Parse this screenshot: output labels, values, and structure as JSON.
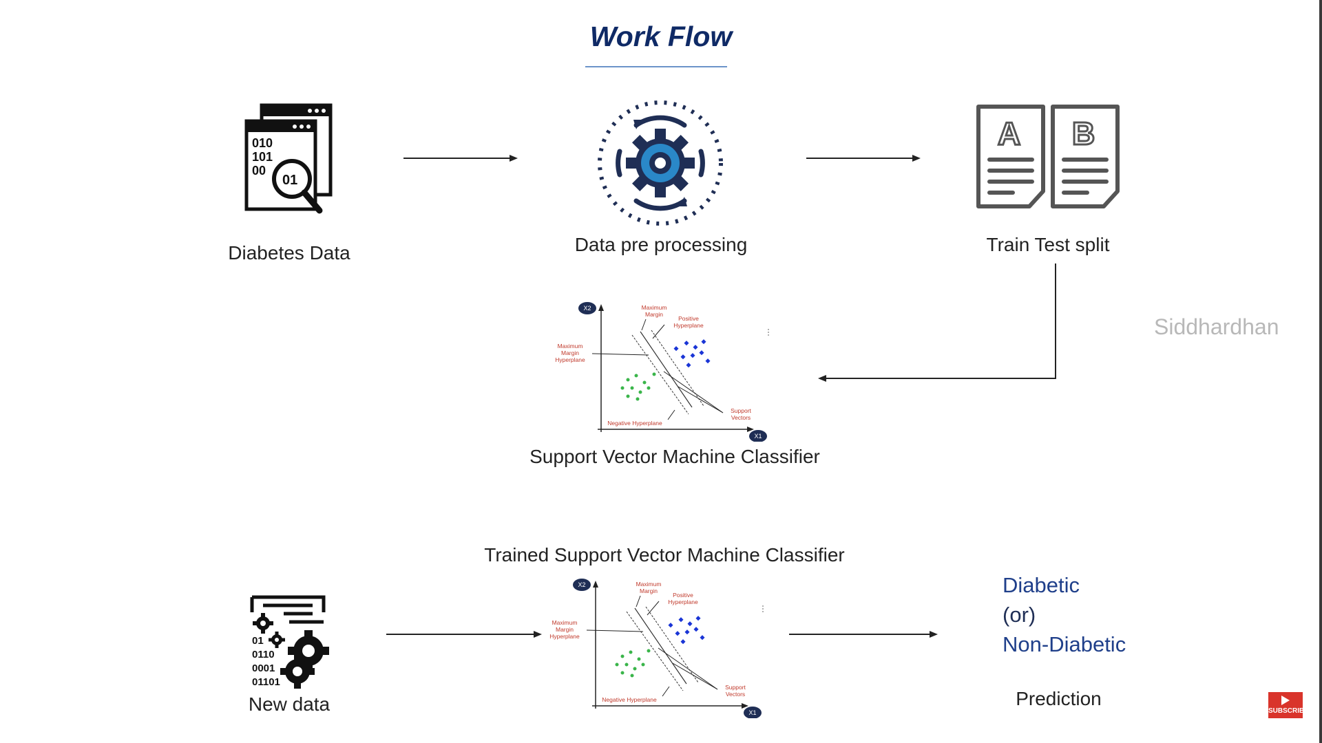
{
  "title": "Work Flow",
  "steps": {
    "diabetes_data": "Diabetes Data",
    "preprocessing": "Data pre processing",
    "split": "Train Test split",
    "svm": "Support Vector Machine Classifier",
    "trained_svm": "Trained Support Vector Machine Classifier",
    "new_data": "New data",
    "prediction": "Prediction"
  },
  "outcome": {
    "line1": "Diabetic",
    "line2": "(or)",
    "line3": "Non-Diabetic"
  },
  "watermark": "Siddhardhan",
  "icons": {
    "diabetes_data": {
      "binary_rows": [
        "010",
        "101",
        "00"
      ],
      "lens_text": "01"
    },
    "split": {
      "doc_a": "A",
      "doc_b": "B"
    },
    "new_data": {
      "binary_rows": [
        "01",
        "0110",
        "0001",
        "01101"
      ]
    }
  },
  "svm_plot": {
    "x_axis": "X1",
    "y_axis": "X2",
    "max_margin": [
      "Maximum",
      "Margin"
    ],
    "positive_hyperplane": [
      "Positive",
      "Hyperplane"
    ],
    "max_margin_hyperplane": [
      "Maximum",
      "Margin",
      "Hyperplane"
    ],
    "support_vectors": [
      "Support",
      "Vectors"
    ],
    "negative_hyperplane": "Negative Hyperplane"
  },
  "subscribe": "SUBSCRIBE",
  "colors": {
    "title": "#0f2a66",
    "title_underline": "#6b93c9",
    "gear_blue": "#2a88c8",
    "dark_navy": "#1f2e55",
    "annotation_red": "#c0392b",
    "positive_points": "#1a35d6",
    "negative_points": "#3ab54a",
    "outcome_text": "#1f3f8a",
    "subscribe_bg": "#d9342b"
  }
}
